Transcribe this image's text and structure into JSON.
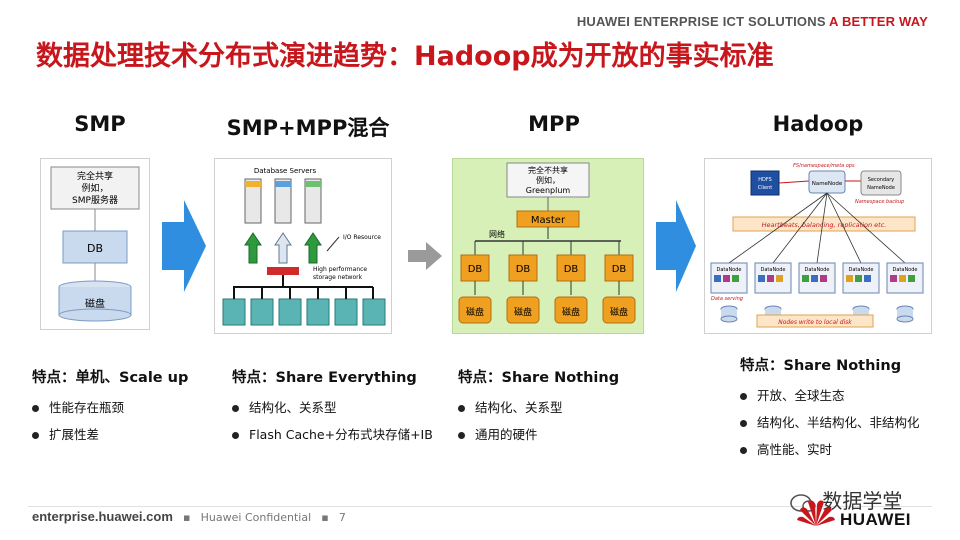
{
  "header": {
    "brand_main": "HUAWEI ENTERPRISE ICT SOLUTIONS",
    "brand_tagline": "A BETTER WAY",
    "title": "数据处理技术分布式演进趋势：Hadoop成为开放的事实标准"
  },
  "columns": [
    {
      "title": "SMP",
      "diagram": {
        "box_top": "完全共享\n例如，\nSMP服务器",
        "db": "DB",
        "disk": "磁盘"
      },
      "feature": "特点：单机、Scale up",
      "bullets": [
        "性能存在瓶颈",
        "扩展性差"
      ]
    },
    {
      "title": "SMP+MPP混合",
      "diagram": {
        "servers": "Database Servers",
        "io": "I/O Resource",
        "storage": "High performance storage network"
      },
      "feature": "特点：Share Everything",
      "bullets": [
        "结构化、关系型",
        "Flash Cache+分布式块存储+IB"
      ]
    },
    {
      "title": "MPP",
      "diagram": {
        "box_top": "完全不共享\n例如，\nGreenplum",
        "master": "Master",
        "network": "网络",
        "db": "DB",
        "disk": "磁盘"
      },
      "feature": "特点：Share Nothing",
      "bullets": [
        "结构化、关系型",
        "通用的硬件"
      ]
    },
    {
      "title": "Hadoop",
      "diagram": {
        "client": "HDFS Client",
        "namenode": "NameNode",
        "secondary": "Secondary NameNode",
        "heartbeats": "Heartbeats, balancing, replication etc.",
        "datanode": "DataNode",
        "write": "Nodes write to local disk",
        "fs_note": "FS/namespace/meta ops",
        "ns_backup": "Namespace backup",
        "serving": "Data serving"
      },
      "feature": "特点：Share Nothing",
      "bullets": [
        "开放、全球生态",
        "结构化、半结构化、非结构化",
        "高性能、实时"
      ]
    }
  ],
  "footer": {
    "site": "enterprise.huawei.com",
    "confidential": "Huawei Confidential",
    "page": "7",
    "watermark": "数据学堂",
    "logo": "HUAWEI"
  },
  "colors": {
    "accent": "#c8161d",
    "arrow_blue": "#2f8ee0",
    "db_blue": "#c9d9ee",
    "master_orange": "#f0a020"
  }
}
